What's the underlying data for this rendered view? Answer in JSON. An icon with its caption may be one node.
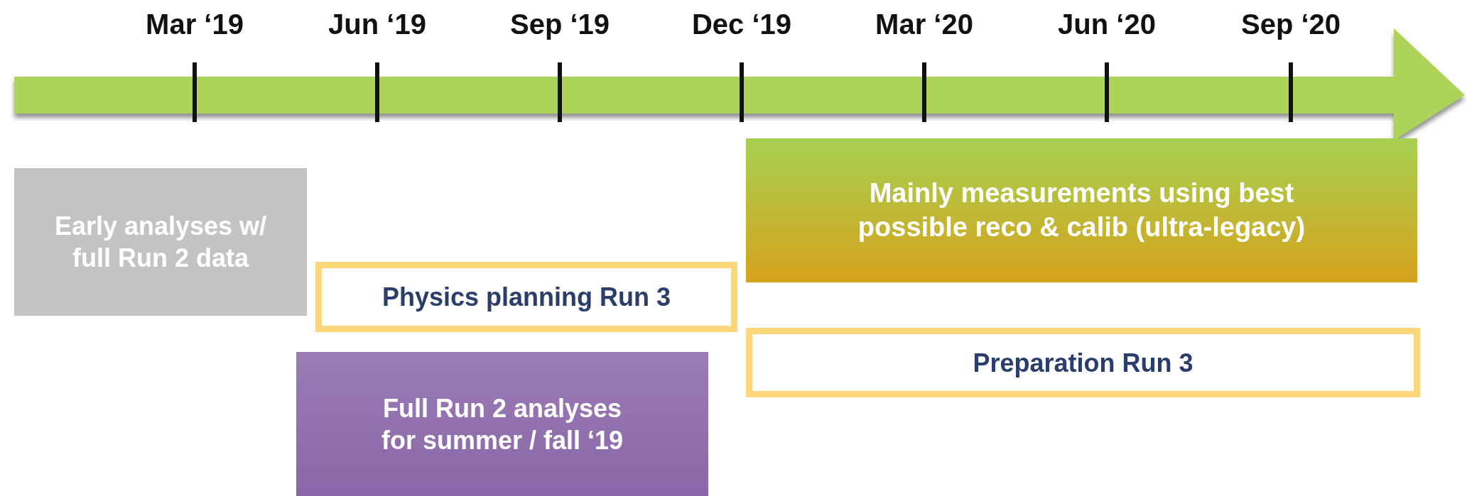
{
  "diagram": {
    "nodes": [
      {
        "text": [
          "Early analyses w/ full Run 2 data"
        ]
      },
      {
        "text": [
          "Mainly measurements using best possible reco & calib (ultra-legacy)"
        ]
      },
      {
        "text": [
          "Physics planning Run 3"
        ]
      },
      {
        "text": [
          "Preparation Run 3"
        ]
      },
      {
        "text": [
          "Full Run 2 analyses for summer / fall ‘19"
        ]
      }
    ],
    "labels": [
      "Mar ‘19",
      "Jun ‘19",
      "Sep ‘19",
      "Dec ‘19",
      "Mar ‘20",
      "Jun ‘20",
      "Sep ‘20"
    ]
  }
}
